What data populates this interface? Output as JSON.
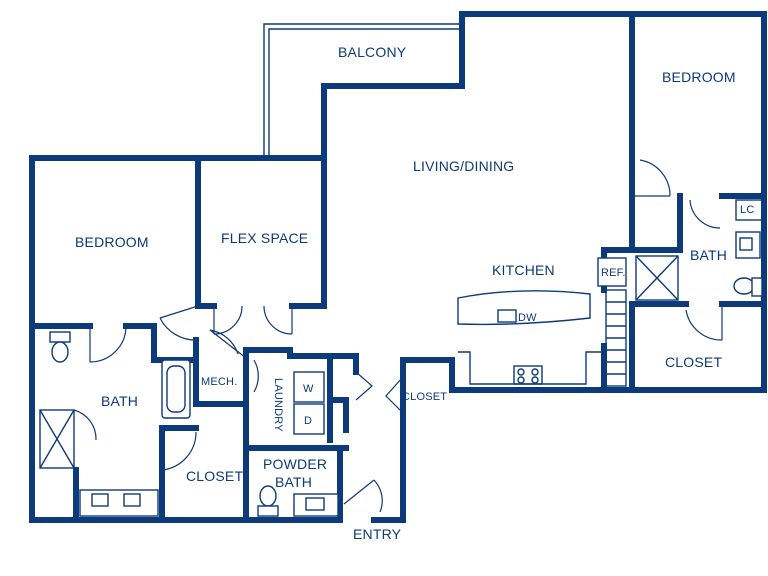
{
  "rooms": {
    "balcony": "BALCONY",
    "bedroom_right": "BEDROOM",
    "living_dining": "LIVING/DINING",
    "bedroom_left": "BEDROOM",
    "flex_space": "FLEX SPACE",
    "kitchen": "KITCHEN",
    "ref": "REF.",
    "dw": "DW",
    "lc": "LC",
    "bath_right": "BATH",
    "closet_right": "CLOSET",
    "bath_left": "BATH",
    "mech": "MECH.",
    "laundry": "LAUNDRY",
    "washer": "W",
    "dryer": "D",
    "closet_entry": "CLOSET",
    "closet_left": "CLOSET",
    "powder_line1": "POWDER",
    "powder_line2": "BATH",
    "entry": "ENTRY"
  },
  "colors": {
    "wall": "#0d3a7a",
    "background": "#ffffff"
  }
}
